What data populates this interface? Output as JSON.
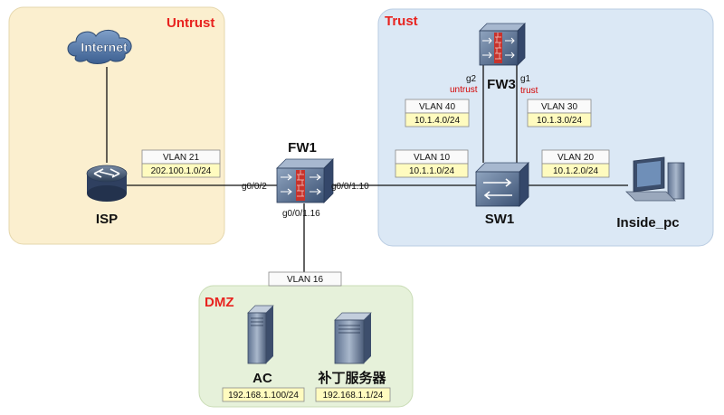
{
  "colors": {
    "untrust_bg": "#fbefcf",
    "trust_bg": "#dbe8f5",
    "dmz_bg": "#e6f1da",
    "zone_title": "#e8231f",
    "port_note": "#d40000",
    "ip_box": "#fffbbf"
  },
  "zones": {
    "untrust": "Untrust",
    "trust": "Trust",
    "dmz": "DMZ"
  },
  "devices": {
    "internet": "Internet",
    "isp": "ISP",
    "fw1": "FW1",
    "fw3": "FW3",
    "sw1": "SW1",
    "inside_pc": "Inside_pc",
    "ac": "AC",
    "patch_server": "补丁服务器"
  },
  "ports": {
    "fw1_g002": "g0/0/2",
    "fw1_g0011": "g0/0/1.10",
    "fw1_g0016": "g0/0/1.16",
    "fw3_g2": "g2",
    "fw3_g1": "g1",
    "fw3_g2_zone": "untrust",
    "fw3_g1_zone": "trust"
  },
  "vlans": {
    "v21": {
      "vlan": "VLAN 21",
      "subnet": "202.100.1.0/24"
    },
    "v40": {
      "vlan": "VLAN 40",
      "subnet": "10.1.4.0/24"
    },
    "v30": {
      "vlan": "VLAN 30",
      "subnet": "10.1.3.0/24"
    },
    "v10": {
      "vlan": "VLAN 10",
      "subnet": "10.1.1.0/24"
    },
    "v20": {
      "vlan": "VLAN 20",
      "subnet": "10.1.2.0/24"
    },
    "v16": {
      "vlan": "VLAN 16"
    }
  },
  "hosts": {
    "ac_ip": "192.168.1.100/24",
    "patch_ip": "192.168.1.1/24"
  },
  "icons": [
    "cloud-icon",
    "router-icon",
    "firewall-icon",
    "switch-icon",
    "pc-icon",
    "server-icon"
  ]
}
